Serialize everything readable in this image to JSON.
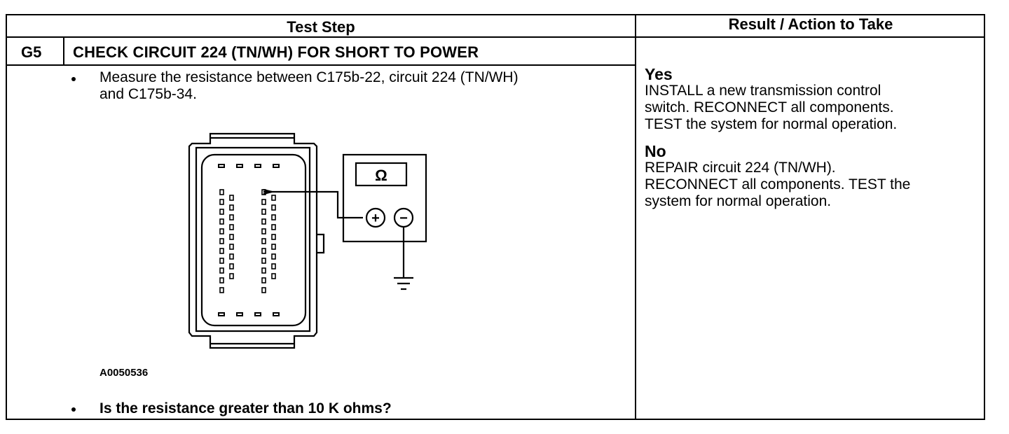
{
  "table": {
    "header_test_step": "Test Step",
    "header_result": "Result / Action to Take"
  },
  "step": {
    "id": "G5",
    "title": "CHECK CIRCUIT 224 (TN/WH) FOR SHORT TO POWER",
    "bullet1_line1": "Measure the resistance between C175b-22, circuit 224 (TN/WH)",
    "bullet1_line2": "and C175b-34.",
    "figure_id": "A0050536",
    "question": "Is the resistance greater than 10 K ohms?"
  },
  "diagram": {
    "meter_symbol": "Ω",
    "plus_symbol": "+",
    "minus_symbol": "−"
  },
  "results": {
    "yes_label": "Yes",
    "yes_line1": "INSTALL a new transmission control",
    "yes_line2": "switch. RECONNECT all components.",
    "yes_line3": "TEST the system for normal operation.",
    "no_label": "No",
    "no_line1": "REPAIR circuit 224 (TN/WH).",
    "no_line2": "RECONNECT all components. TEST the",
    "no_line3": "system for normal operation."
  }
}
